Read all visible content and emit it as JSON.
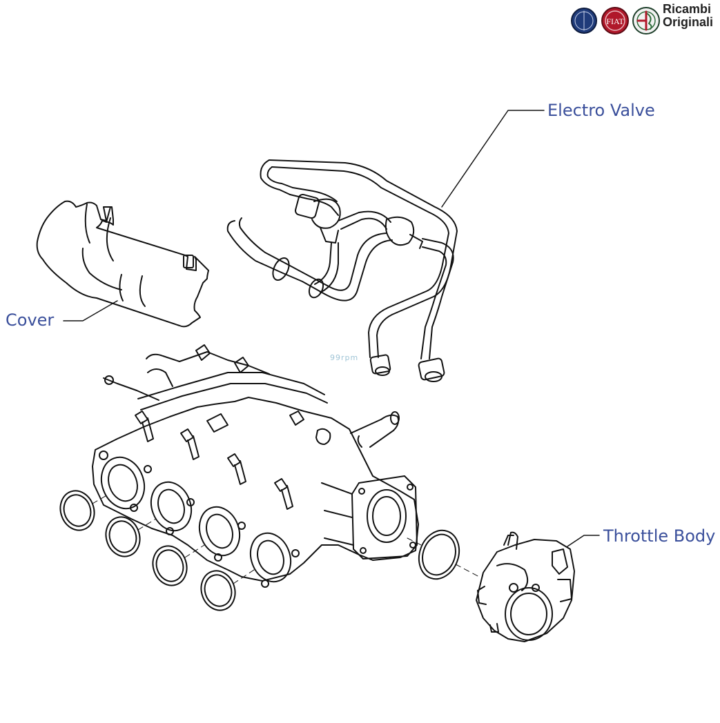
{
  "brand": {
    "line1": "Ricambi",
    "line2": "Originali",
    "logos": [
      "lancia-logo",
      "fiat-logo",
      "alfa-romeo-logo"
    ],
    "colors": {
      "lancia": "#1f3b7a",
      "fiat": "#b0182a",
      "alfa": "#2d6b3a"
    }
  },
  "watermark": "99rpm",
  "callouts": {
    "electro_valve": "Electro Valve",
    "cover": "Cover",
    "throttle_body": "Throttle Body"
  },
  "colors": {
    "callout_text": "#3a4f9b",
    "line_art": "#111111"
  }
}
